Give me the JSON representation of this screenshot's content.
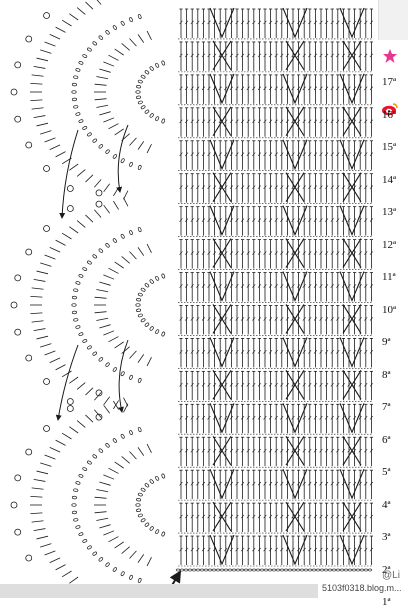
{
  "rows": [
    {
      "label": "17ª"
    },
    {
      "label": "16ª"
    },
    {
      "label": "15ª"
    },
    {
      "label": "14ª"
    },
    {
      "label": "13ª"
    },
    {
      "label": "12ª"
    },
    {
      "label": "11ª"
    },
    {
      "label": "10ª"
    },
    {
      "label": "9ª"
    },
    {
      "label": "8ª"
    },
    {
      "label": "7ª"
    },
    {
      "label": "6ª"
    },
    {
      "label": "5ª"
    },
    {
      "label": "4ª"
    },
    {
      "label": "3ª"
    },
    {
      "label": "2ª"
    },
    {
      "label": "1ª"
    }
  ],
  "watermark": {
    "name": "@Li",
    "url": "5103f0318.blog.m..."
  },
  "icons": {
    "star": "star-icon",
    "weibo": "weibo-icon",
    "start_arrow": "start-arrow-icon"
  },
  "colors": {
    "ink": "#1a1a1a",
    "star": "#e8368f",
    "weibo": "#e6162d"
  }
}
